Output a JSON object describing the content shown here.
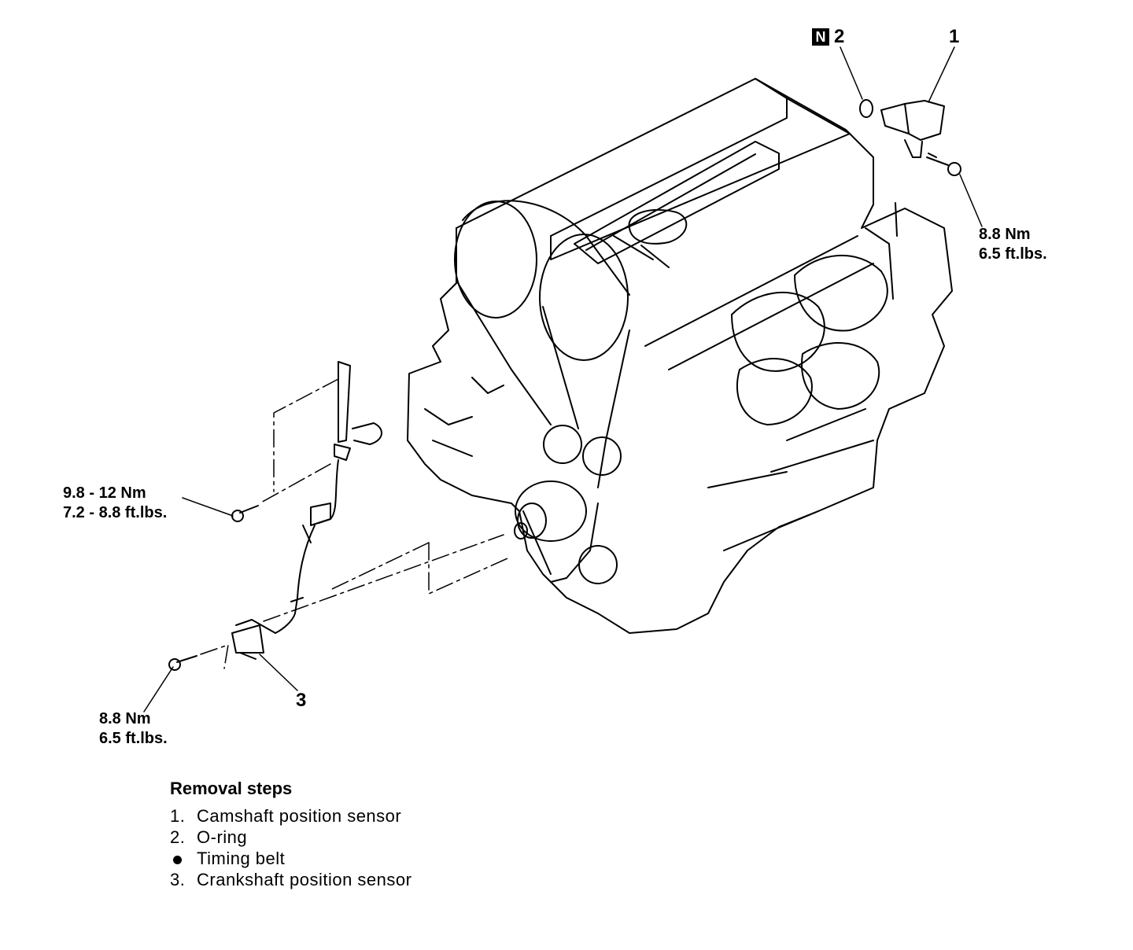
{
  "callouts": {
    "one": "1",
    "two": "2",
    "two_badge": "N",
    "three": "3"
  },
  "torques": {
    "cam_bolt": {
      "nm": "8.8 Nm",
      "ft": "6.5 ft.lbs."
    },
    "bracket_bolt": {
      "nm": "9.8 - 12 Nm",
      "ft": "7.2 - 8.8 ft.lbs."
    },
    "crank_bolt": {
      "nm": "8.8 Nm",
      "ft": "6.5 ft.lbs."
    }
  },
  "removal_steps": {
    "heading": "Removal steps",
    "items": [
      {
        "marker": "1.",
        "text": "Camshaft position sensor"
      },
      {
        "marker": "2.",
        "text": "O-ring"
      },
      {
        "marker": "bullet",
        "text": "Timing belt"
      },
      {
        "marker": "3.",
        "text": "Crankshaft position sensor"
      }
    ]
  }
}
